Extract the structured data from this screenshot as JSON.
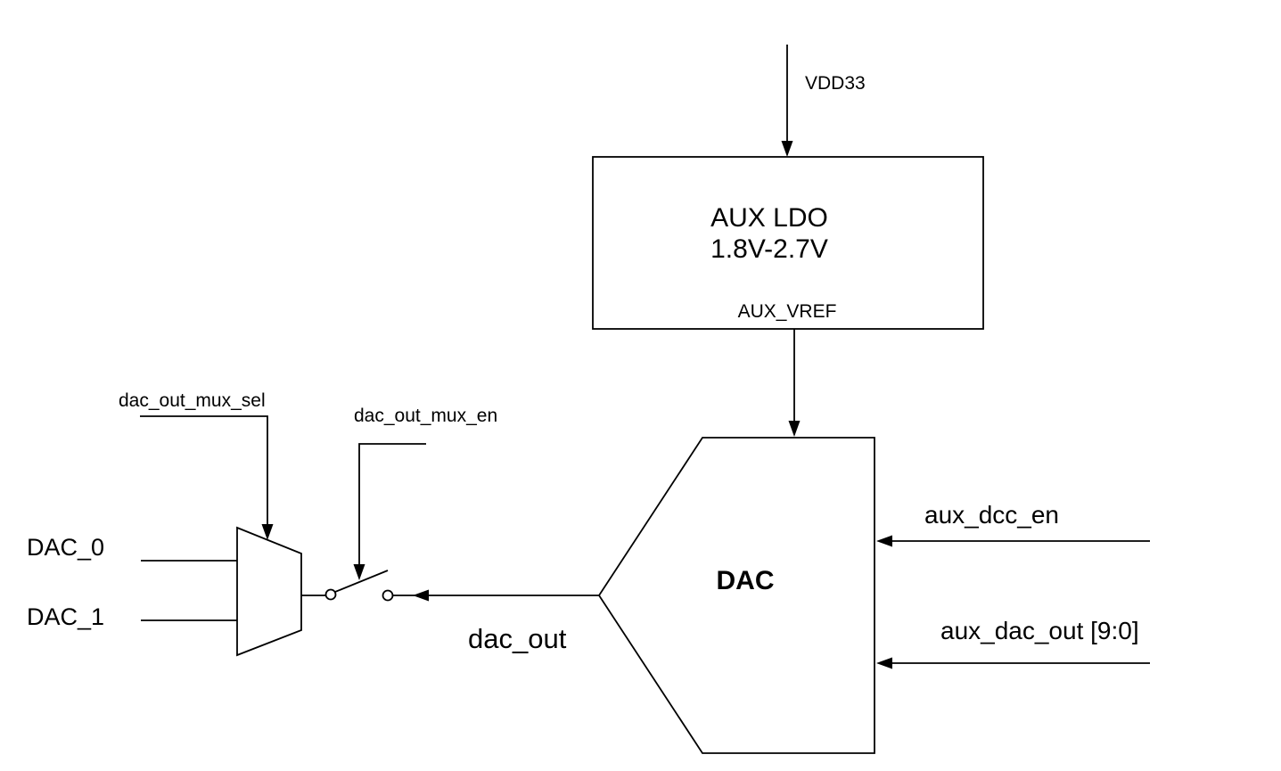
{
  "diagram": {
    "background": "#ffffff",
    "stroke_color": "#000000",
    "power": {
      "label": "VDD33"
    },
    "ldo_block": {
      "title": "AUX LDO",
      "voltage_range": "1.8V-2.7V",
      "output_pin": "AUX_VREF"
    },
    "dac_block": {
      "label": "DAC",
      "output_label": "dac_out",
      "inputs": [
        {
          "label": "aux_dcc_en"
        },
        {
          "label": "aux_dac_out [9:0]"
        }
      ]
    },
    "mux": {
      "inputs": [
        {
          "label": "DAC_0"
        },
        {
          "label": "DAC_1"
        }
      ],
      "select_label": "dac_out_mux_sel"
    },
    "switch": {
      "enable_label": "dac_out_mux_en"
    }
  }
}
